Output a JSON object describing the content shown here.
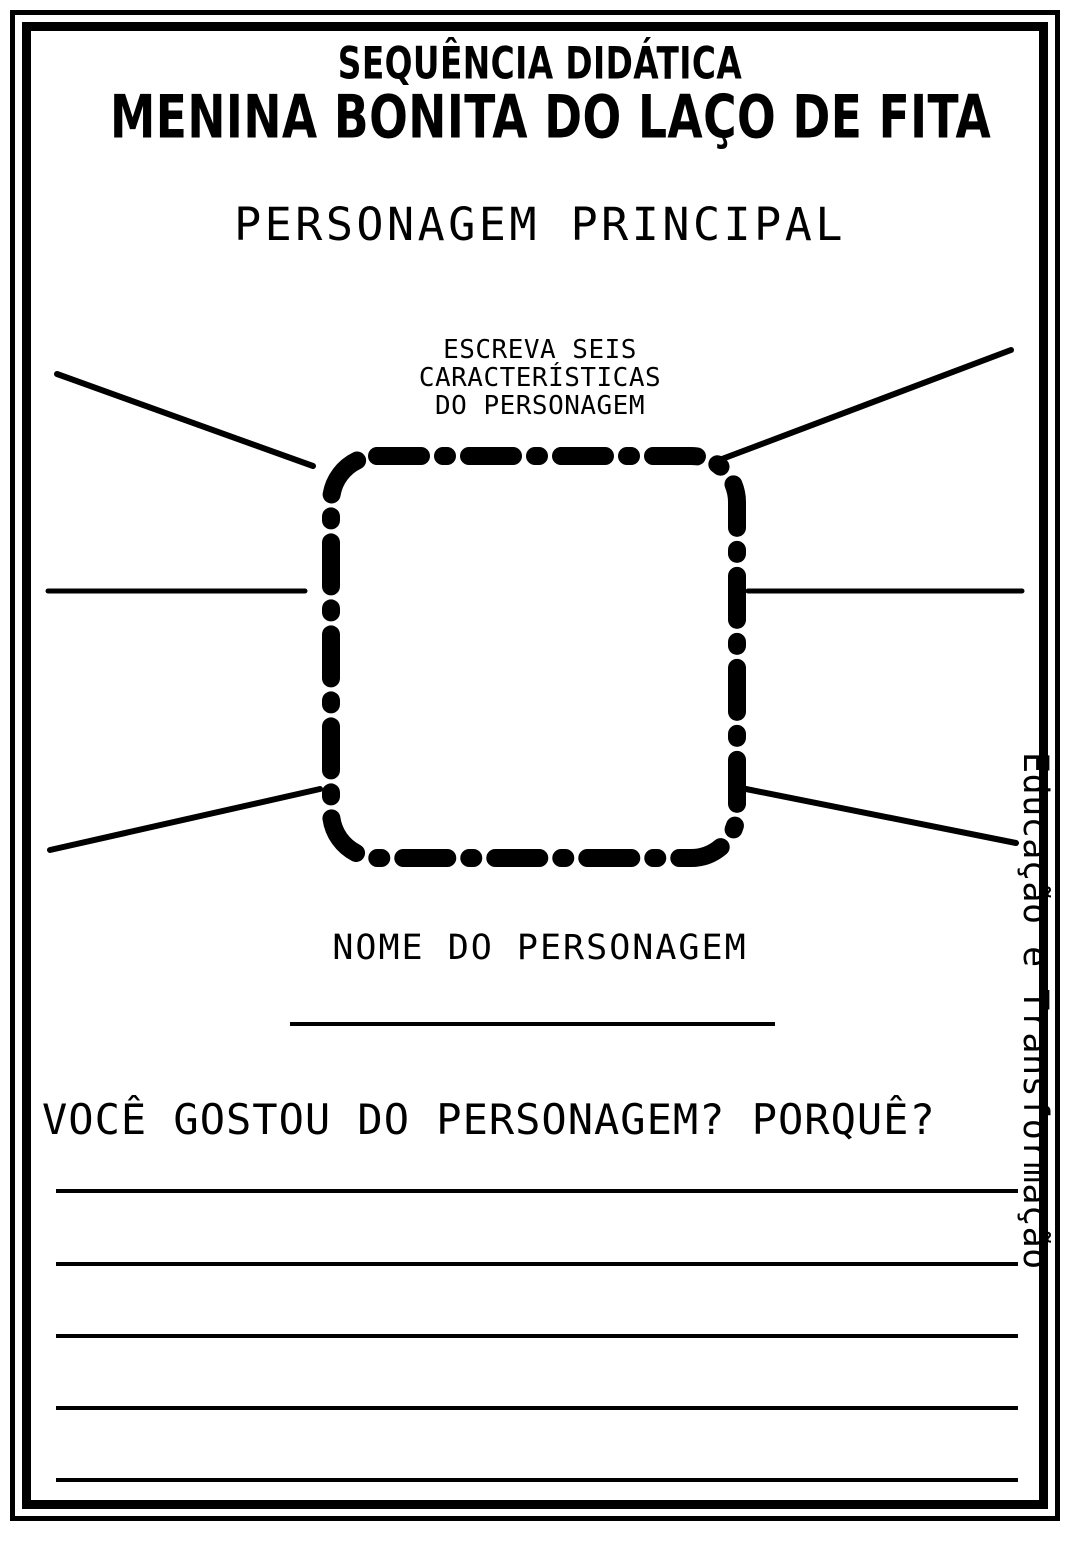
{
  "document": {
    "title_line1": "SEQUÊNCIA DIDÁTICA",
    "title_line2": "MENINA BONITA DO LAÇO DE FITA",
    "subtitle": "PERSONAGEM PRINCIPAL",
    "side_text": "Educação e Transformação",
    "ink_color": "#000000",
    "paper_color": "#ffffff"
  },
  "character_section": {
    "instruction_lines": [
      "ESCREVA SEIS",
      "CARACTERÍSTICAS",
      "DO PERSONAGEM"
    ],
    "trait_slot_count": 6,
    "name_label": "NOME DO PERSONAGEM",
    "name_value": ""
  },
  "question_section": {
    "prompt": "VOCÊ  GOSTOU DO PERSONAGEM? PORQUÊ?",
    "answer_line_count": 5,
    "answer_lines": [
      "",
      "",
      "",
      "",
      ""
    ]
  }
}
